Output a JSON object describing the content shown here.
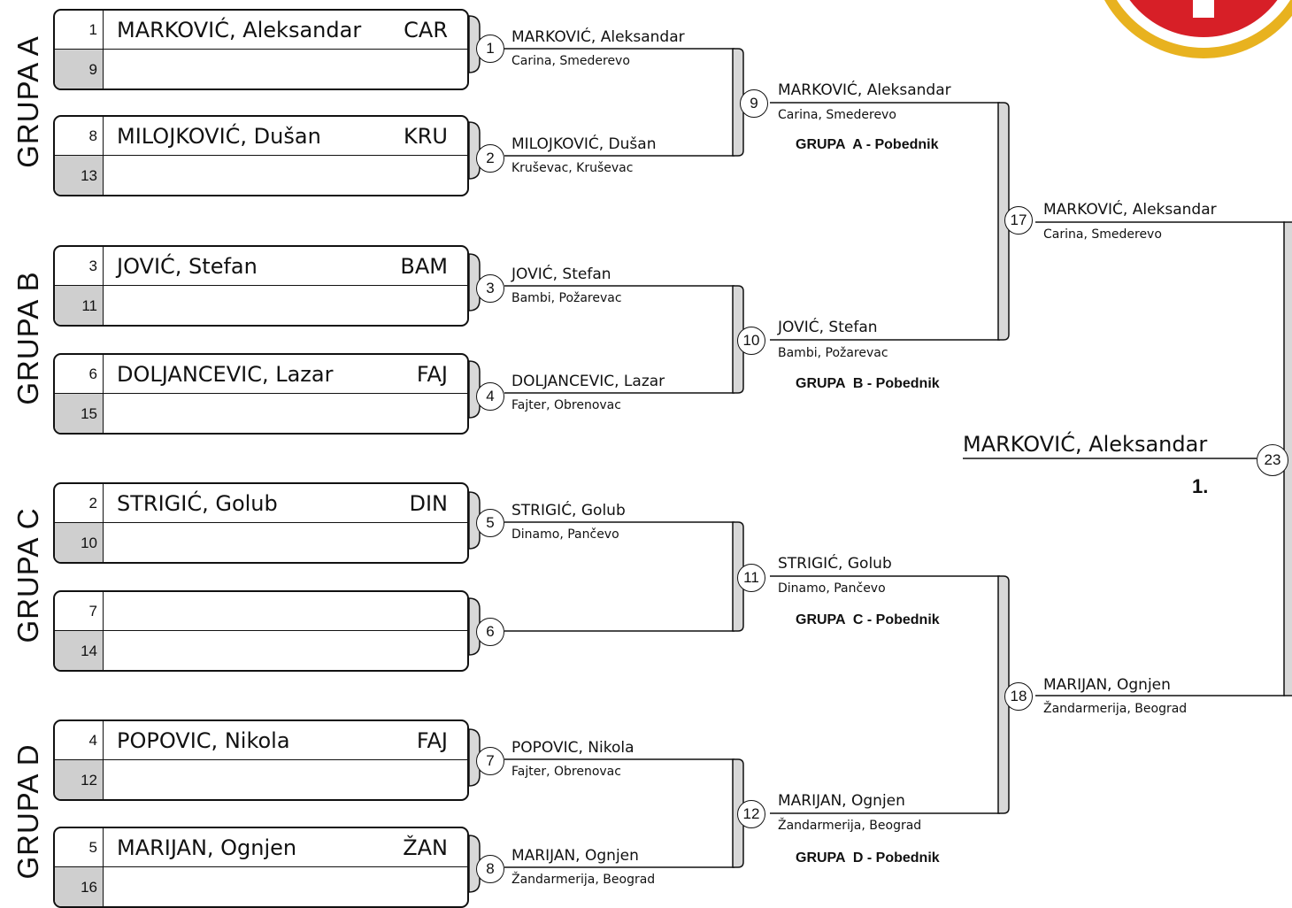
{
  "groups": {
    "a": "GRUPA A",
    "b": "GRUPA B",
    "c": "GRUPA C",
    "d": "GRUPA D"
  },
  "entries": [
    {
      "seed_top": "1",
      "name": "MARKOVIĆ, Aleksandar",
      "club": "CAR",
      "seed_bottom": "9"
    },
    {
      "seed_top": "8",
      "name": "MILOJKOVIĆ, Dušan",
      "club": "KRU",
      "seed_bottom": "13"
    },
    {
      "seed_top": "3",
      "name": "JOVIĆ, Stefan",
      "club": "BAM",
      "seed_bottom": "11"
    },
    {
      "seed_top": "6",
      "name": "DOLJANCEVIC, Lazar",
      "club": "FAJ",
      "seed_bottom": "15"
    },
    {
      "seed_top": "2",
      "name": "STRIGIĆ, Golub",
      "club": "DIN",
      "seed_bottom": "10"
    },
    {
      "seed_top": "7",
      "name": "",
      "club": "",
      "seed_bottom": "14"
    },
    {
      "seed_top": "4",
      "name": "POPOVIC, Nikola",
      "club": "FAJ",
      "seed_bottom": "12"
    },
    {
      "seed_top": "5",
      "name": "MARIJAN, Ognjen",
      "club": "ŽAN",
      "seed_bottom": "16"
    }
  ],
  "round1": [
    {
      "match": "1",
      "winner": "MARKOVIĆ, Aleksandar",
      "club": "Carina, Smederevo"
    },
    {
      "match": "2",
      "winner": "MILOJKOVIĆ, Dušan",
      "club": "Kruševac, Kruševac"
    },
    {
      "match": "3",
      "winner": "JOVIĆ, Stefan",
      "club": "Bambi, Požarevac"
    },
    {
      "match": "4",
      "winner": "DOLJANCEVIC, Lazar",
      "club": "Fajter, Obrenovac"
    },
    {
      "match": "5",
      "winner": "STRIGIĆ, Golub",
      "club": "Dinamo, Pančevo"
    },
    {
      "match": "6",
      "winner": "",
      "club": ""
    },
    {
      "match": "7",
      "winner": "POPOVIC, Nikola",
      "club": "Fajter, Obrenovac"
    },
    {
      "match": "8",
      "winner": "MARIJAN, Ognjen",
      "club": "Žandarmerija, Beograd"
    }
  ],
  "round2": [
    {
      "match": "9",
      "winner": "MARKOVIĆ, Aleksandar",
      "club": "Carina, Smederevo",
      "label": "GRUPA  A - Pobednik"
    },
    {
      "match": "10",
      "winner": "JOVIĆ, Stefan",
      "club": "Bambi, Požarevac",
      "label": "GRUPA  B - Pobednik"
    },
    {
      "match": "11",
      "winner": "STRIGIĆ, Golub",
      "club": "Dinamo, Pančevo",
      "label": "GRUPA  C - Pobednik"
    },
    {
      "match": "12",
      "winner": "MARIJAN, Ognjen",
      "club": "Žandarmerija, Beograd",
      "label": "GRUPA  D - Pobednik"
    }
  ],
  "round3": [
    {
      "match": "17",
      "winner": "MARKOVIĆ, Aleksandar",
      "club": "Carina, Smederevo"
    },
    {
      "match": "18",
      "winner": "MARIJAN, Ognjen",
      "club": "Žandarmerija, Beograd"
    }
  ],
  "final": {
    "match": "23",
    "winner": "MARKOVIĆ, Aleksandar",
    "place": "1."
  },
  "colors": {
    "logo_red": "#d71f27",
    "logo_gold": "#e8b21f",
    "seed_grey": "#cfcfcf"
  }
}
